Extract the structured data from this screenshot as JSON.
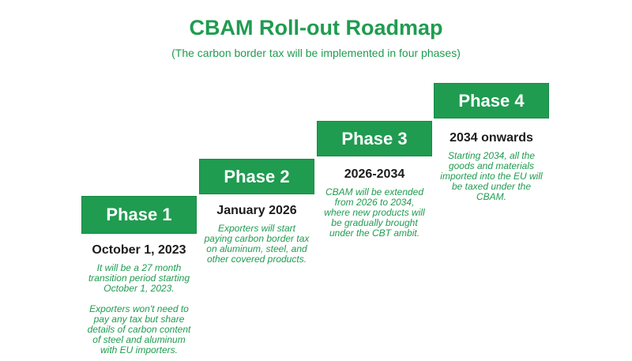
{
  "title": "CBAM Roll-out Roadmap",
  "subtitle": "(The carbon border tax will be implemented in four phases)",
  "colors": {
    "green": "#1f9c50",
    "dateColor": "#1c1c1c",
    "blockText": "#ffffff",
    "background": "#ffffff"
  },
  "phases": [
    {
      "label": "Phase 1",
      "date": "October 1, 2023",
      "description": "It will be a 27 month\ntransition period starting\nOctober 1, 2023.",
      "description2": "Exporters won't need to\npay any tax but share\ndetails of carbon content\nof steel and aluminum\nwith EU importers."
    },
    {
      "label": "Phase 2",
      "date": "January 2026",
      "description": "Exporters will start\npaying carbon border tax\non aluminum, steel, and\nother covered products."
    },
    {
      "label": "Phase 3",
      "date": "2026-2034",
      "description": "CBAM will be extended\nfrom 2026 to 2034,\nwhere new products will\nbe gradually brought\nunder the CBT ambit."
    },
    {
      "label": "Phase 4",
      "date": "2034 onwards",
      "description": "Starting 2034, all the\ngoods and materials\nimported into the EU will\nbe taxed under the\nCBAM."
    }
  ]
}
